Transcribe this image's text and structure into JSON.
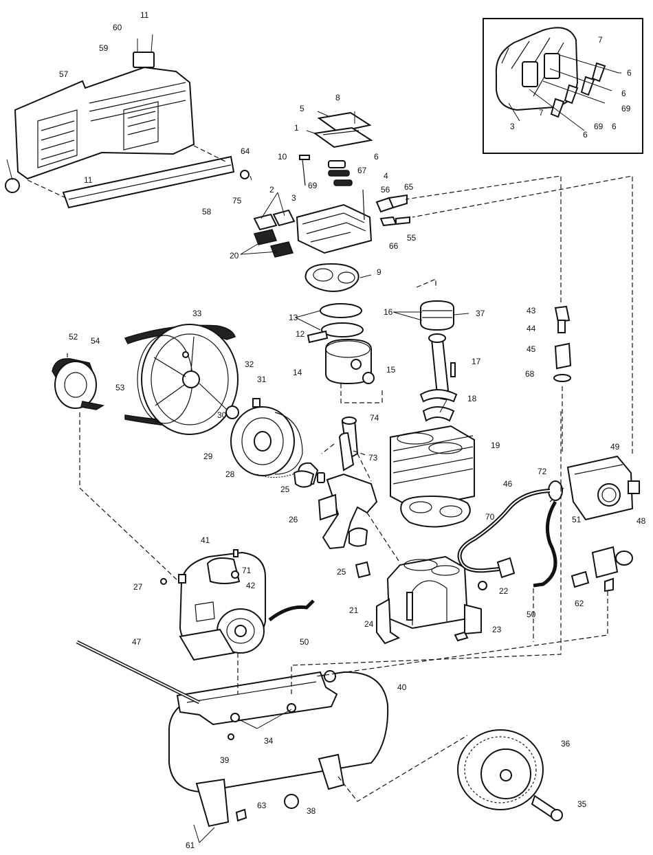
{
  "callouts": [
    {
      "id": "c-11a",
      "text": "11"
    },
    {
      "id": "c-60",
      "text": "60"
    },
    {
      "id": "c-59",
      "text": "59"
    },
    {
      "id": "c-57",
      "text": "57"
    },
    {
      "id": "c-64",
      "text": "64"
    },
    {
      "id": "c-11b",
      "text": "11"
    },
    {
      "id": "c-75",
      "text": "75"
    },
    {
      "id": "c-58",
      "text": "58"
    },
    {
      "id": "c-8",
      "text": "8"
    },
    {
      "id": "c-5",
      "text": "5"
    },
    {
      "id": "c-1",
      "text": "1"
    },
    {
      "id": "c-6a",
      "text": "6"
    },
    {
      "id": "c-10",
      "text": "10"
    },
    {
      "id": "c-67",
      "text": "67"
    },
    {
      "id": "c-69a",
      "text": "69"
    },
    {
      "id": "c-4",
      "text": "4"
    },
    {
      "id": "c-56",
      "text": "56"
    },
    {
      "id": "c-65",
      "text": "65"
    },
    {
      "id": "c-2",
      "text": "2"
    },
    {
      "id": "c-3a",
      "text": "3"
    },
    {
      "id": "c-66",
      "text": "66"
    },
    {
      "id": "c-55",
      "text": "55"
    },
    {
      "id": "c-20",
      "text": "20"
    },
    {
      "id": "c-9",
      "text": "9"
    },
    {
      "id": "c-7a",
      "text": "7"
    },
    {
      "id": "c-6b",
      "text": "6"
    },
    {
      "id": "c-6c",
      "text": "6"
    },
    {
      "id": "c-69b",
      "text": "69"
    },
    {
      "id": "c-3b",
      "text": "3"
    },
    {
      "id": "c-7b",
      "text": "7"
    },
    {
      "id": "c-69c",
      "text": "69"
    },
    {
      "id": "c-6d",
      "text": "6"
    },
    {
      "id": "c-6e",
      "text": "6"
    },
    {
      "id": "c-13",
      "text": "13"
    },
    {
      "id": "c-16",
      "text": "16"
    },
    {
      "id": "c-37",
      "text": "37"
    },
    {
      "id": "c-43",
      "text": "43"
    },
    {
      "id": "c-44",
      "text": "44"
    },
    {
      "id": "c-12",
      "text": "12"
    },
    {
      "id": "c-33",
      "text": "33"
    },
    {
      "id": "c-52",
      "text": "52"
    },
    {
      "id": "c-54",
      "text": "54"
    },
    {
      "id": "c-45",
      "text": "45"
    },
    {
      "id": "c-17",
      "text": "17"
    },
    {
      "id": "c-14",
      "text": "14"
    },
    {
      "id": "c-15",
      "text": "15"
    },
    {
      "id": "c-32",
      "text": "32"
    },
    {
      "id": "c-53",
      "text": "53"
    },
    {
      "id": "c-68",
      "text": "68"
    },
    {
      "id": "c-31",
      "text": "31"
    },
    {
      "id": "c-18",
      "text": "18"
    },
    {
      "id": "c-30",
      "text": "30"
    },
    {
      "id": "c-74",
      "text": "74"
    },
    {
      "id": "c-19",
      "text": "19"
    },
    {
      "id": "c-49",
      "text": "49"
    },
    {
      "id": "c-29",
      "text": "29"
    },
    {
      "id": "c-73",
      "text": "73"
    },
    {
      "id": "c-28",
      "text": "28"
    },
    {
      "id": "c-72",
      "text": "72"
    },
    {
      "id": "c-46",
      "text": "46"
    },
    {
      "id": "c-25a",
      "text": "25"
    },
    {
      "id": "c-26",
      "text": "26"
    },
    {
      "id": "c-51",
      "text": "51"
    },
    {
      "id": "c-70",
      "text": "70"
    },
    {
      "id": "c-48",
      "text": "48"
    },
    {
      "id": "c-41",
      "text": "41"
    },
    {
      "id": "c-71",
      "text": "71"
    },
    {
      "id": "c-42",
      "text": "42"
    },
    {
      "id": "c-25b",
      "text": "25"
    },
    {
      "id": "c-21",
      "text": "21"
    },
    {
      "id": "c-27",
      "text": "27"
    },
    {
      "id": "c-22",
      "text": "22"
    },
    {
      "id": "c-62",
      "text": "62"
    },
    {
      "id": "c-50a",
      "text": "50"
    },
    {
      "id": "c-50b",
      "text": "50"
    },
    {
      "id": "c-24",
      "text": "24"
    },
    {
      "id": "c-23",
      "text": "23"
    },
    {
      "id": "c-47",
      "text": "47"
    },
    {
      "id": "c-40",
      "text": "40"
    },
    {
      "id": "c-34",
      "text": "34"
    },
    {
      "id": "c-36",
      "text": "36"
    },
    {
      "id": "c-39",
      "text": "39"
    },
    {
      "id": "c-35",
      "text": "35"
    },
    {
      "id": "c-63",
      "text": "63"
    },
    {
      "id": "c-38",
      "text": "38"
    },
    {
      "id": "c-61",
      "text": "61"
    }
  ]
}
